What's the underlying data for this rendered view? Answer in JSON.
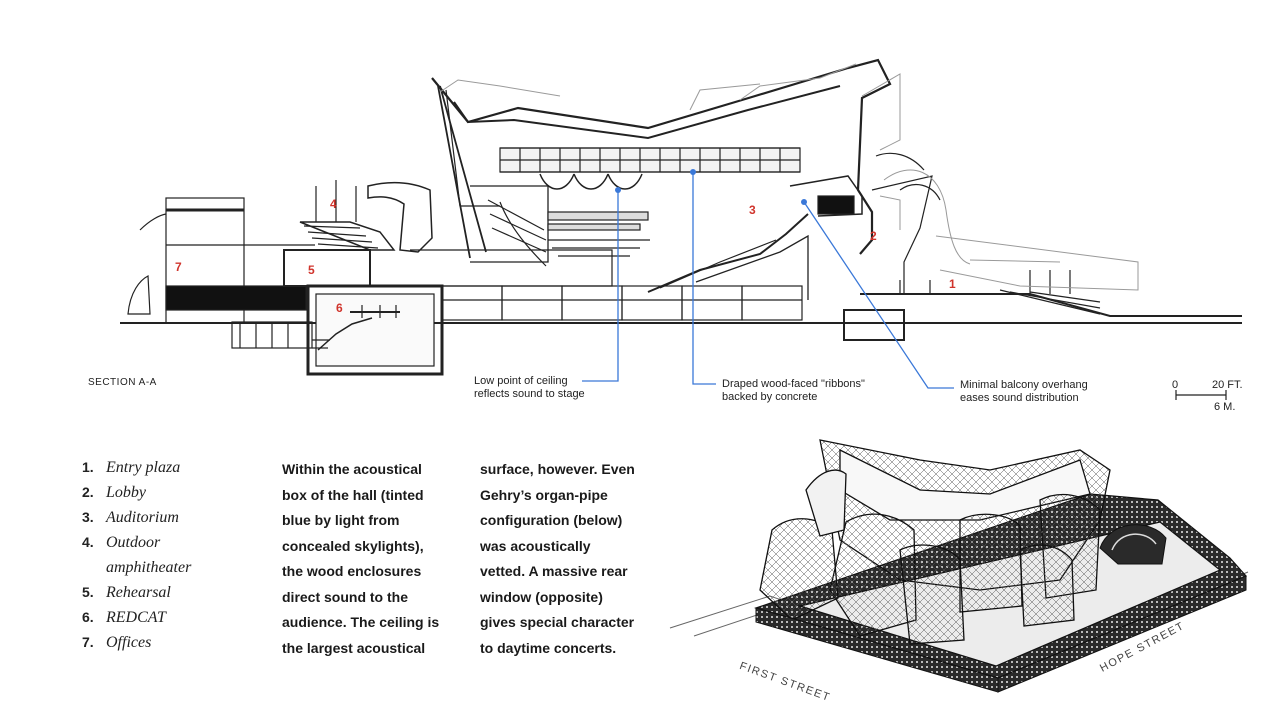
{
  "section": {
    "title": "SECTION A-A",
    "zone_labels": [
      "1",
      "2",
      "3",
      "4",
      "5",
      "6",
      "7"
    ],
    "callouts": {
      "ceiling": [
        "Low point of ceiling",
        "reflects sound to stage"
      ],
      "ribbons": [
        "Draped wood-faced \"ribbons\"",
        "backed by concrete"
      ],
      "balcony": [
        "Minimal balcony overhang",
        "eases sound distribution"
      ]
    },
    "scale": {
      "zero": "0",
      "feet": "20 FT.",
      "meters": "6 M."
    },
    "callout_color": "#3a78d8",
    "label_color": "#d0342c"
  },
  "legend": [
    {
      "num": "1.",
      "label": "Entry plaza"
    },
    {
      "num": "2.",
      "label": "Lobby"
    },
    {
      "num": "3.",
      "label": "Auditorium"
    },
    {
      "num": "4.",
      "label": "Outdoor amphitheater",
      "lines": [
        "Outdoor",
        "amphitheater"
      ]
    },
    {
      "num": "5.",
      "label": "Rehearsal"
    },
    {
      "num": "6.",
      "label": "REDCAT"
    },
    {
      "num": "7.",
      "label": "Offices"
    }
  ],
  "body_text": {
    "col1": [
      "Within the acoustical",
      "box of the hall (tinted",
      "blue by light from",
      "concealed skylights),",
      "the wood enclosures",
      "direct sound to the",
      "audience. The ceiling is",
      "the largest acoustical"
    ],
    "col2": [
      "surface, however. Even",
      "Gehry’s organ-pipe",
      "configuration (below)",
      "was acoustically",
      "vetted. A massive rear",
      "window (opposite)",
      "gives special character",
      "to daytime concerts."
    ]
  },
  "streets": {
    "first": "FIRST STREET",
    "hope": "HOPE STREET"
  }
}
